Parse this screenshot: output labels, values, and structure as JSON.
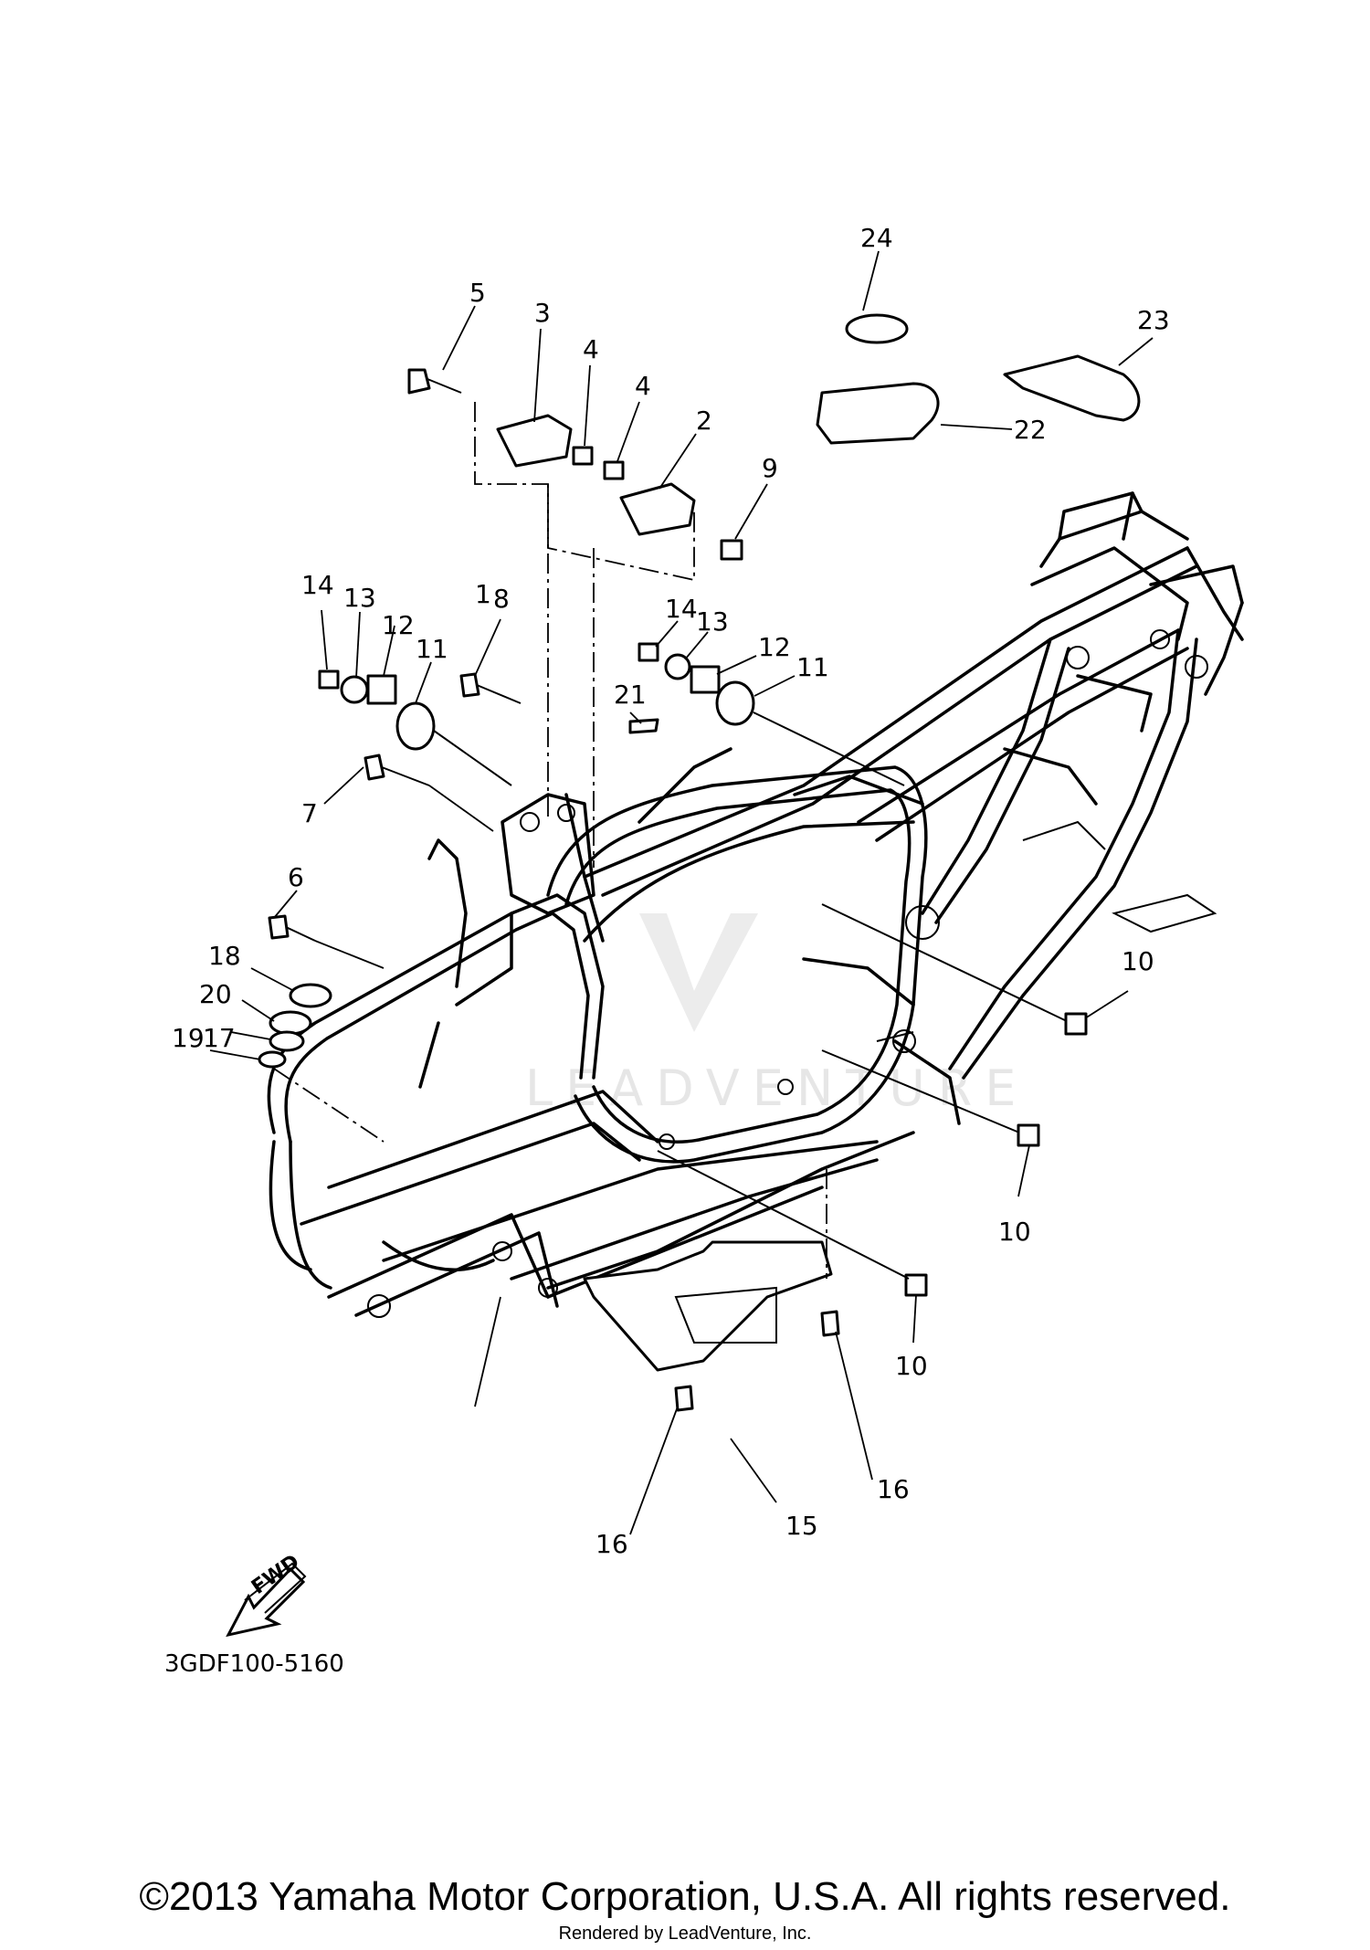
{
  "callouts": [
    {
      "id": "c1",
      "label": "1"
    },
    {
      "id": "c2",
      "label": "2"
    },
    {
      "id": "c3",
      "label": "3"
    },
    {
      "id": "c4a",
      "label": "4"
    },
    {
      "id": "c4b",
      "label": "4"
    },
    {
      "id": "c5",
      "label": "5"
    },
    {
      "id": "c6",
      "label": "6"
    },
    {
      "id": "c7",
      "label": "7"
    },
    {
      "id": "c8",
      "label": "8"
    },
    {
      "id": "c9",
      "label": "9"
    },
    {
      "id": "c10a",
      "label": "10"
    },
    {
      "id": "c10b",
      "label": "10"
    },
    {
      "id": "c10c",
      "label": "10"
    },
    {
      "id": "c11a",
      "label": "11"
    },
    {
      "id": "c11b",
      "label": "11"
    },
    {
      "id": "c12a",
      "label": "12"
    },
    {
      "id": "c12b",
      "label": "12"
    },
    {
      "id": "c13a",
      "label": "13"
    },
    {
      "id": "c13b",
      "label": "13"
    },
    {
      "id": "c14a",
      "label": "14"
    },
    {
      "id": "c14b",
      "label": "14"
    },
    {
      "id": "c15",
      "label": "15"
    },
    {
      "id": "c16a",
      "label": "16"
    },
    {
      "id": "c16b",
      "label": "16"
    },
    {
      "id": "c17",
      "label": "17"
    },
    {
      "id": "c18",
      "label": "18"
    },
    {
      "id": "c19",
      "label": "19"
    },
    {
      "id": "c20",
      "label": "20"
    },
    {
      "id": "c21",
      "label": "21"
    },
    {
      "id": "c22",
      "label": "22"
    },
    {
      "id": "c23",
      "label": "23"
    },
    {
      "id": "c24",
      "label": "24"
    }
  ],
  "fwd_label": "FWD",
  "diagram_code": "3GDF100-5160",
  "watermark": "LEADVENTURE",
  "copyright": "©2013 Yamaha Motor Corporation, U.S.A. All rights reserved.",
  "rendered_by": "Rendered by LeadVenture, Inc."
}
